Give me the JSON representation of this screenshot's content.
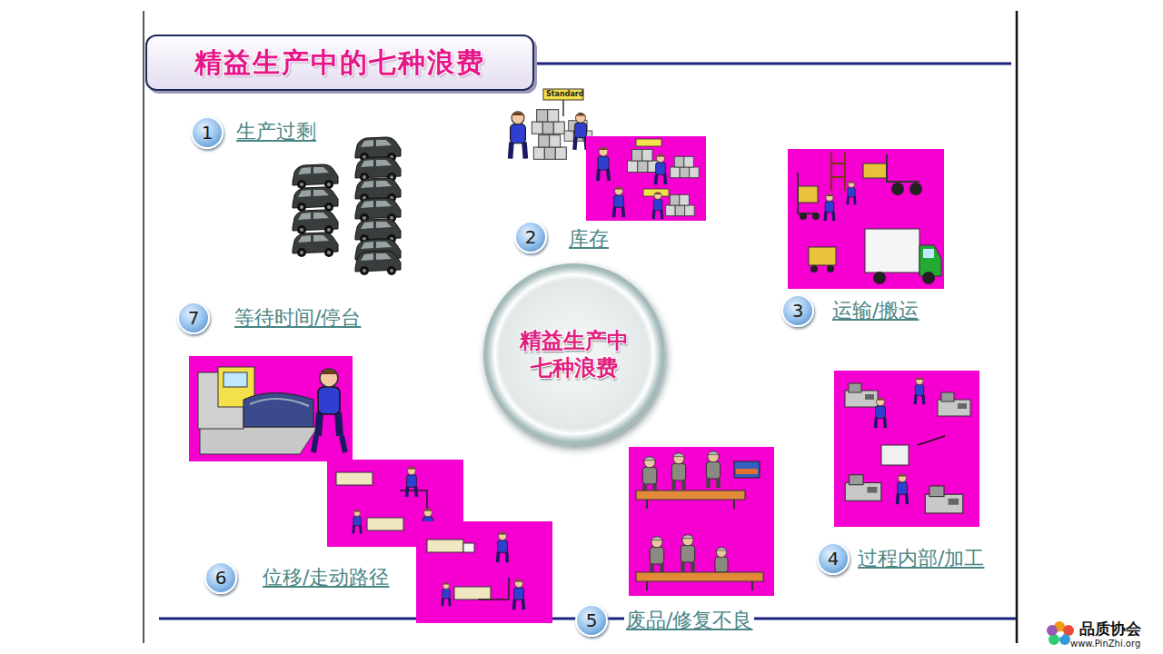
{
  "diagram": {
    "title": "精益生产中的七种浪费",
    "nodes": [
      {
        "text": [
          "1"
        ]
      },
      {
        "text": [
          "2"
        ]
      },
      {
        "text": [
          "3"
        ]
      },
      {
        "text": [
          "4"
        ]
      },
      {
        "text": [
          "5"
        ]
      },
      {
        "text": [
          "6"
        ]
      },
      {
        "text": [
          "7"
        ]
      },
      {
        "text": [
          "精益生产中 七种浪费"
        ]
      }
    ],
    "labels": [
      "生产过剩",
      "库存",
      "运输/搬运",
      "过程内部/加工",
      "废品/修复不良",
      "位移/走动路径",
      "等待时间/停台",
      "Standard",
      "品质协会",
      "www.PinZhi.org"
    ]
  }
}
